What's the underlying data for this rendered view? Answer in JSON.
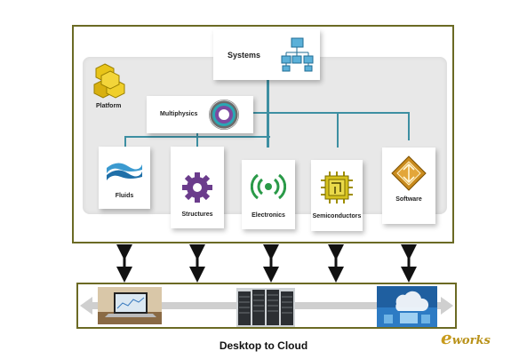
{
  "blocks": {
    "systems": "Systems",
    "platform": "Platform",
    "multiphysics": "Multiphysics",
    "fluids": "Fluids",
    "structures": "Structures",
    "electronics": "Electronics",
    "semiconductors": "Semiconductors",
    "software": "Software"
  },
  "caption": "Desktop to Cloud",
  "watermark": {
    "e": "e",
    "rest": "works"
  },
  "colors": {
    "frame": "#6b6a24",
    "connector": "#3d8fa2",
    "logo": "#c89b1c"
  }
}
